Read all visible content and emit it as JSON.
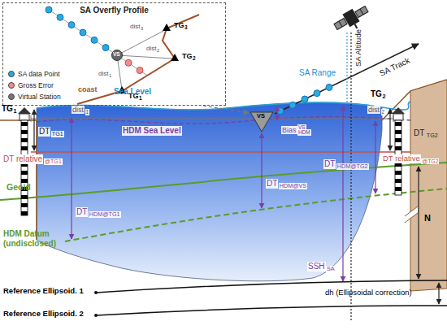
{
  "diagram": {
    "nodes": [
      {
        "text": [
          "SA Overfly Profile"
        ]
      }
    ],
    "labels": [
      "TG",
      "3",
      "TG",
      "2",
      "TG",
      "1",
      "dist",
      "3",
      "dist",
      "2",
      "dist",
      "1",
      "VS",
      "coast",
      "SA Altitude",
      "SA Range",
      "SA Track",
      "Sea Level",
      "HDM Sea Level",
      "dist",
      "1",
      "dist",
      "2",
      "TG",
      "1",
      "TG",
      "2",
      "VS",
      "Bias",
      "HDM",
      "VS",
      "DT relative",
      "@TG1",
      "DT relative",
      "@TG2",
      "DT",
      "TG1",
      "DT",
      "TG2",
      "DT",
      "HDM@VS",
      "DT",
      "HDM@TG1",
      "DT",
      "HDM@TG2",
      "Geoid",
      "HDM Datum (undisclosed)",
      "N",
      "SSH",
      "SA",
      "dh (Ellipsoidal correction)",
      "Reference Ellipsoid. 1",
      "Reference Ellipsoid. 2"
    ],
    "legend": [
      {
        "text": "SA data Point",
        "color": "#29abe2"
      },
      {
        "text": "Gross Error",
        "color": "#f08c8c"
      },
      {
        "text": "Virtual Station",
        "color": "#777777"
      }
    ]
  }
}
